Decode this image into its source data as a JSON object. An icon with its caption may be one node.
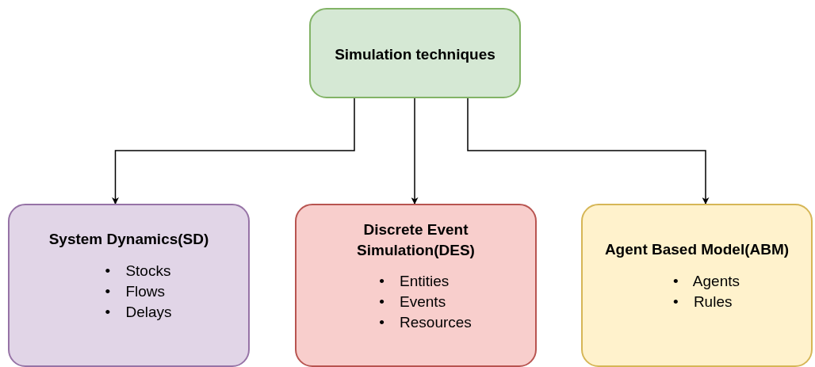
{
  "diagram": {
    "nodes": [
      {
        "text": [
          "Simulation techniques"
        ]
      },
      {
        "text": [
          "System Dynamics(SD)",
          "• Stocks",
          "• Flows",
          "• Delays"
        ]
      },
      {
        "text": [
          "Discrete Event Simulation(DES)",
          "• Entities",
          "• Events",
          "• Resources"
        ]
      },
      {
        "text": [
          "Agent Based Model(ABM)",
          "• Agents",
          "• Rules"
        ]
      }
    ],
    "edges": [
      {
        "from": 0,
        "to": 1,
        "arrow": "to"
      },
      {
        "from": 0,
        "to": 2,
        "arrow": "to"
      },
      {
        "from": 0,
        "to": 3,
        "arrow": "to"
      }
    ]
  }
}
